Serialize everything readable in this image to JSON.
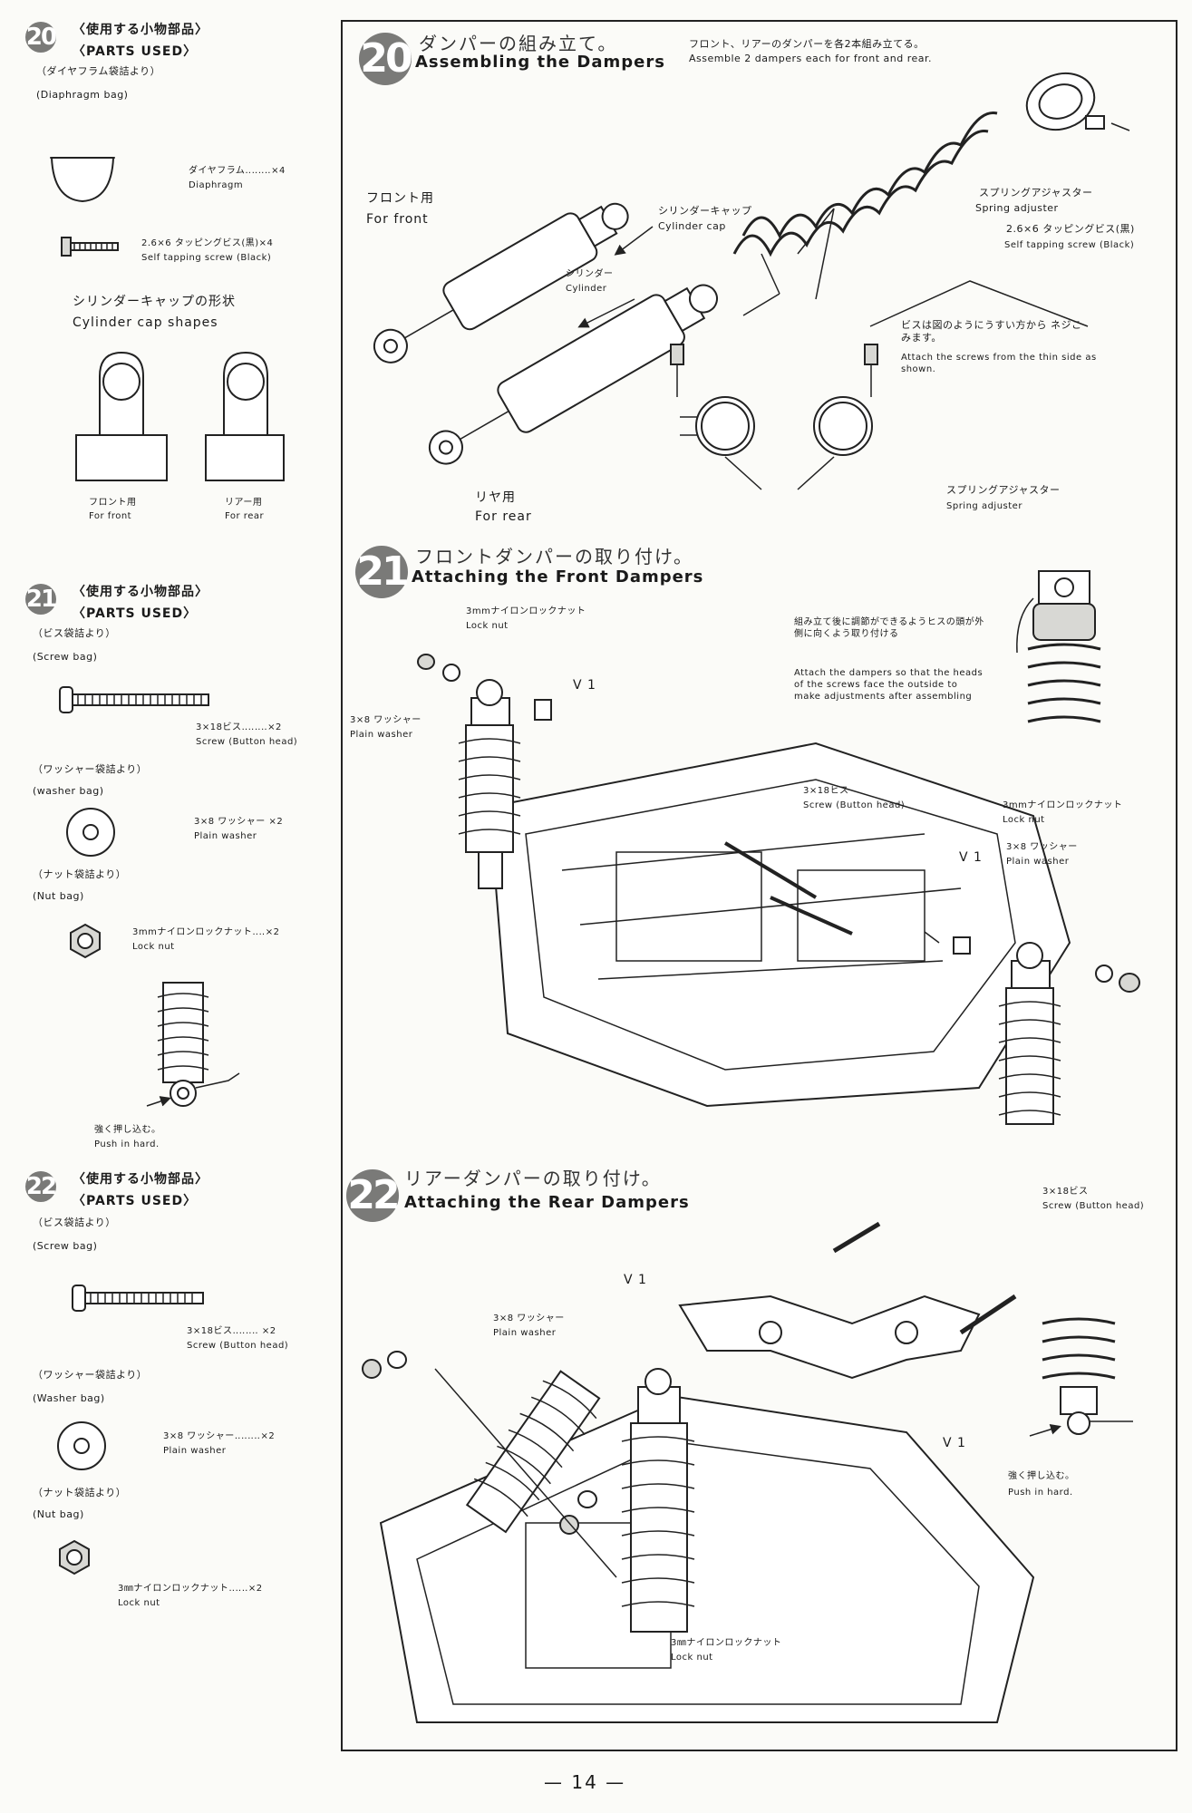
{
  "left": {
    "s20": {
      "num": "20",
      "head_jp": "〈使用する小物部品〉",
      "head_en": "〈PARTS USED〉",
      "bag_jp": "（ダイヤフラム袋詰より）",
      "bag_en": "(Diaphragm bag)",
      "items": [
        {
          "jp": "ダイヤフラム‥‥‥‥×4",
          "en": "Diaphragm"
        },
        {
          "jp": "2.6×6 タッピングビス(黒)×4",
          "en": "Self tapping screw (Black)"
        }
      ],
      "shapes_jp": "シリンダーキャップの形状",
      "shapes_en": "Cylinder cap shapes",
      "front_jp": "フロント用",
      "front_en": "For front",
      "rear_jp": "リアー用",
      "rear_en": "For rear"
    },
    "s21": {
      "num": "21",
      "head_jp": "〈使用する小物部品〉",
      "head_en": "〈PARTS USED〉",
      "screw_bag_jp": "（ビス袋詰より）",
      "screw_bag_en": "(Screw bag)",
      "screw_jp": "3×18ビス‥‥‥‥×2",
      "screw_en": "Screw (Button head)",
      "washer_bag_jp": "（ワッシャー袋詰より）",
      "washer_bag_en": "(washer bag)",
      "washer_jp": "3×8 ワッシャー ×2",
      "washer_en": "Plain washer",
      "nut_bag_jp": "（ナット袋詰より）",
      "nut_bag_en": "(Nut bag)",
      "nut_jp": "3mmナイロンロックナット‥‥×2",
      "nut_en": "Lock nut",
      "push_jp": "強く押し込む。",
      "push_en": "Push in hard."
    },
    "s22": {
      "num": "22",
      "head_jp": "〈使用する小物部品〉",
      "head_en": "〈PARTS USED〉",
      "screw_bag_jp": "（ビス袋詰より）",
      "screw_bag_en": "(Screw bag)",
      "screw_jp": "3×18ビス‥‥‥‥ ×2",
      "screw_en": "Screw (Button head)",
      "washer_bag_jp": "（ワッシャー袋詰より）",
      "washer_bag_en": "(Washer bag)",
      "washer_jp": "3×8 ワッシャー‥‥‥‥×2",
      "washer_en": "Plain washer",
      "nut_bag_jp": "（ナット袋詰より）",
      "nut_bag_en": "(Nut bag)",
      "nut_jp": "3㎜ナイロンロックナット‥‥‥×2",
      "nut_en": "Lock nut"
    }
  },
  "right": {
    "s20": {
      "num": "20",
      "title_jp": "ダンパーの組み立て。",
      "title_en": "Assembling the Dampers",
      "note_jp": "フロント、リアーのダンパーを各2本組み立てる。",
      "note_en": "Assemble 2 dampers each for front and rear.",
      "front_jp": "フロント用",
      "front_en": "For front",
      "rear_jp": "リヤ用",
      "rear_en": "For rear",
      "cap_jp": "シリンダーキャップ",
      "cap_en": "Cylinder cap",
      "cyl_jp": "シリンダー",
      "cyl_en": "Cylinder",
      "adj_jp": "スプリングアジャスター",
      "adj_en": "Spring adjuster",
      "screw_jp": "2.6×6 タッピングビス(黒)",
      "screw_en": "Self tapping screw (Black)",
      "attach_jp": "ビスは図のようにうすい方から ネジこみます。",
      "attach_en": "Attach the screws from the thin side as shown.",
      "adj2_jp": "スプリングアジャスター",
      "adj2_en": "Spring adjuster"
    },
    "s21": {
      "num": "21",
      "title_jp": "フロントダンパーの取り付け。",
      "title_en": "Attaching the Front Dampers",
      "locknut_jp": "3mmナイロンロックナット",
      "locknut_en": "Lock nut",
      "washer_jp": "3×8 ワッシャー",
      "washer_en": "Plain washer",
      "v1a": "V 1",
      "v1b": "V 1",
      "screw_jp": "3×18ヒス",
      "screw_en": "Screw (Button head)",
      "locknut2_jp": "3mmナイロンロックナット",
      "locknut2_en": "Lock nut",
      "washer2_jp": "3×8 ワッシャー",
      "washer2_en": "Plain washer",
      "tip_jp": "組み立て後に調節ができるようヒスの頭が外側に向くよう取り付ける",
      "tip_en": "Attach the dampers so that the heads of the screws face the outside to make adjustments after assembling"
    },
    "s22": {
      "num": "22",
      "title_jp": "リアーダンパーの取り付け。",
      "title_en": "Attaching the Rear Dampers",
      "screw_jp": "3×18ビス",
      "screw_en": "Screw (Button head)",
      "v1a": "V 1",
      "v1b": "V 1",
      "washer_jp": "3×8 ワッシャー",
      "washer_en": "Plain washer",
      "locknut_jp": "3㎜ナイロンロックナット",
      "locknut_en": "Lock nut",
      "push_jp": "強く押し込む。",
      "push_en": "Push in hard."
    }
  },
  "page_number": "— 14 —"
}
